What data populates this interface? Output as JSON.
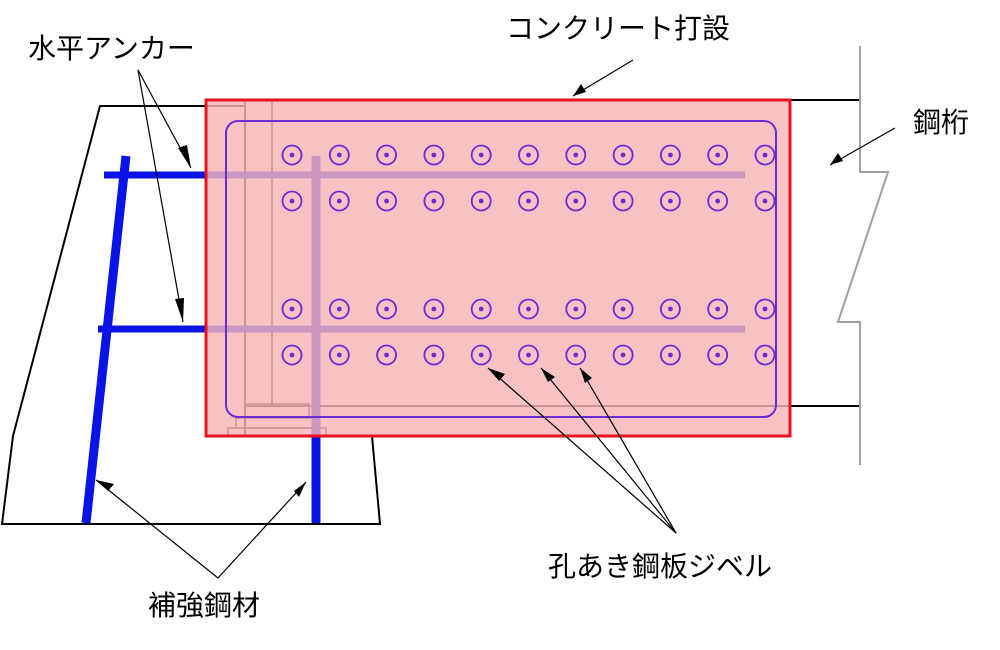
{
  "labels": {
    "horizontal_anchor": "水平アンカー",
    "concrete_placement": "コンクリート打設",
    "steel_girder": "鋼桁",
    "perfobond": "孔あき鋼板ジベル",
    "reinforcing_steel": "補強鋼材"
  },
  "dowel_holes": {
    "columns": 11,
    "rows": 4
  },
  "colors": {
    "concrete_fill": "#f7b4b7",
    "concrete_border": "#e8141c",
    "anchor_blue": "#0a14e6",
    "perfobond_purple": "#6a2bd6",
    "outline": "#000000",
    "girder_gray": "#a0a0a0"
  }
}
